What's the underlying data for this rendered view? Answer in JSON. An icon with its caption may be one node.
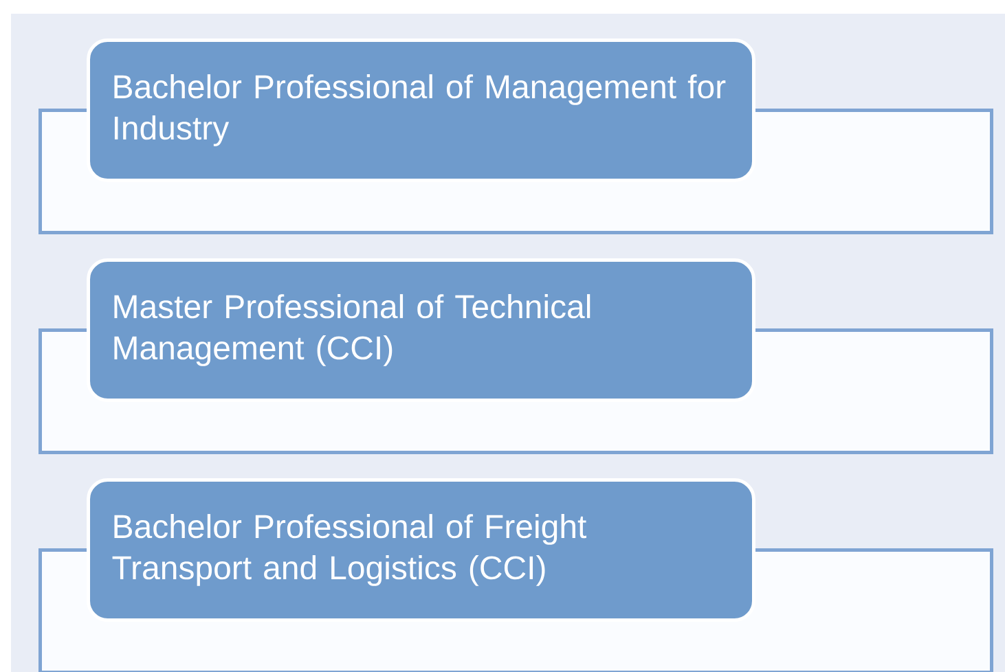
{
  "diagram": {
    "nodes": [
      {
        "text": [
          "Bachelor Professional of Management for Industry"
        ]
      },
      {
        "text": [
          "Master Professional of Technical Management (CCI)"
        ]
      },
      {
        "text": [
          "Bachelor Professional of Freight Transport and Logistics (CCI)"
        ]
      }
    ]
  }
}
